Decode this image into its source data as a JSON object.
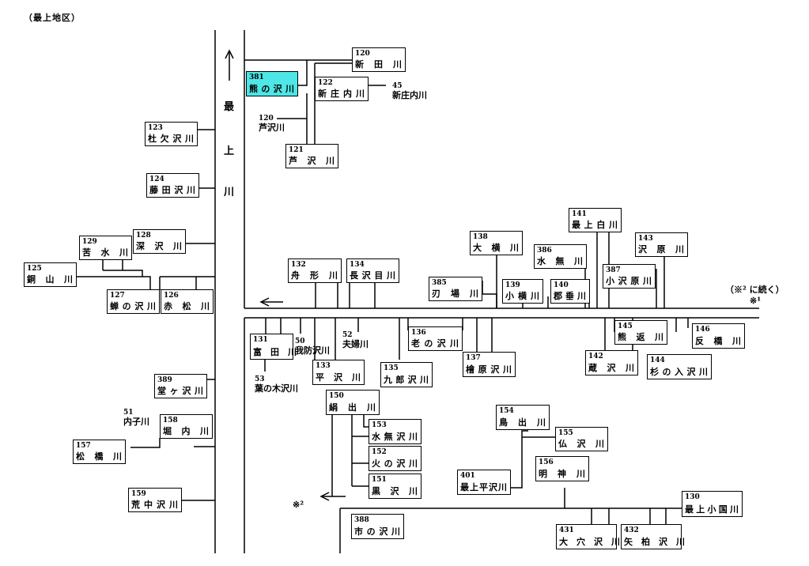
{
  "header": "（最上地区）",
  "river_chars": [
    "最",
    "上",
    "川"
  ],
  "notes": {
    "continue_text": "（※² に続く）",
    "mark1": "※¹",
    "mark2": "※²"
  },
  "boxes": [
    {
      "key": "b120a",
      "num": "120",
      "name": "新　田　川"
    },
    {
      "key": "b381",
      "num": "381",
      "name": "熊の沢川",
      "highlight": true
    },
    {
      "key": "b122",
      "num": "122",
      "name": "新庄内川"
    },
    {
      "key": "b121",
      "num": "121",
      "name": "芦　沢　川"
    },
    {
      "key": "b123",
      "num": "123",
      "name": "杜欠沢川"
    },
    {
      "key": "b124",
      "num": "124",
      "name": "藤田沢川"
    },
    {
      "key": "b129",
      "num": "129",
      "name": "苦　水　川"
    },
    {
      "key": "b128",
      "num": "128",
      "name": "深　沢　川"
    },
    {
      "key": "b125",
      "num": "125",
      "name": "銅　山　川"
    },
    {
      "key": "b127",
      "num": "127",
      "name": "蝉の沢川"
    },
    {
      "key": "b126",
      "num": "126",
      "name": "赤　松　川"
    },
    {
      "key": "b389",
      "num": "389",
      "name": "堂ヶ沢川"
    },
    {
      "key": "b158",
      "num": "158",
      "name": "堀　内　川"
    },
    {
      "key": "b157",
      "num": "157",
      "name": "松　橋　川"
    },
    {
      "key": "b159",
      "num": "159",
      "name": "荒中沢川"
    },
    {
      "key": "b132",
      "num": "132",
      "name": "舟　形　川"
    },
    {
      "key": "b134",
      "num": "134",
      "name": "長沢目川"
    },
    {
      "key": "b138",
      "num": "138",
      "name": "大　横　川"
    },
    {
      "key": "b385",
      "num": "385",
      "name": "刃　場　川"
    },
    {
      "key": "b139",
      "num": "139",
      "name": "小横川"
    },
    {
      "key": "b140",
      "num": "140",
      "name": "郡垂川"
    },
    {
      "key": "b386",
      "num": "386",
      "name": "水　無　川"
    },
    {
      "key": "b141",
      "num": "141",
      "name": "最上白川"
    },
    {
      "key": "b143",
      "num": "143",
      "name": "沢　原　川"
    },
    {
      "key": "b387",
      "num": "387",
      "name": "小沢原川"
    },
    {
      "key": "b131",
      "num": "131",
      "name": "富　田　川"
    },
    {
      "key": "b133",
      "num": "133",
      "name": "平　沢　川"
    },
    {
      "key": "b135",
      "num": "135",
      "name": "九郎沢川"
    },
    {
      "key": "b136",
      "num": "136",
      "name": "老の沢川"
    },
    {
      "key": "b137",
      "num": "137",
      "name": "檜原沢川"
    },
    {
      "key": "b145",
      "num": "145",
      "name": "熊　返　川"
    },
    {
      "key": "b146",
      "num": "146",
      "name": "反　橋　川"
    },
    {
      "key": "b142",
      "num": "142",
      "name": "蔵　沢　川"
    },
    {
      "key": "b144",
      "num": "144",
      "name": "杉の入沢川"
    },
    {
      "key": "b150",
      "num": "150",
      "name": "絹　出　川"
    },
    {
      "key": "b153",
      "num": "153",
      "name": "水無沢川"
    },
    {
      "key": "b152",
      "num": "152",
      "name": "火の沢川"
    },
    {
      "key": "b151",
      "num": "151",
      "name": "黒　沢　川"
    },
    {
      "key": "b154",
      "num": "154",
      "name": "鳥　出　川"
    },
    {
      "key": "b155",
      "num": "155",
      "name": "仏　沢　川"
    },
    {
      "key": "b156",
      "num": "156",
      "name": "明　神　川"
    },
    {
      "key": "b401",
      "num": "401",
      "name": "最上平沢川"
    },
    {
      "key": "b130",
      "num": "130",
      "name": "最上小国川"
    },
    {
      "key": "b388",
      "num": "388",
      "name": "市の沢川"
    },
    {
      "key": "b431",
      "num": "431",
      "name": "大　穴　沢　川"
    },
    {
      "key": "b432",
      "num": "432",
      "name": "矢　柏　沢　川"
    }
  ],
  "labels": [
    {
      "key": "l45",
      "num": "45",
      "name": "新庄内川"
    },
    {
      "key": "l120",
      "num": "120",
      "name": "芦沢川"
    },
    {
      "key": "l50",
      "num": "50",
      "name": "我防沢川"
    },
    {
      "key": "l52",
      "num": "52",
      "name": "夫婦川"
    },
    {
      "key": "l53",
      "num": "53",
      "name": "葉の木沢川"
    },
    {
      "key": "l51",
      "num": "51",
      "name": "内子川"
    }
  ]
}
